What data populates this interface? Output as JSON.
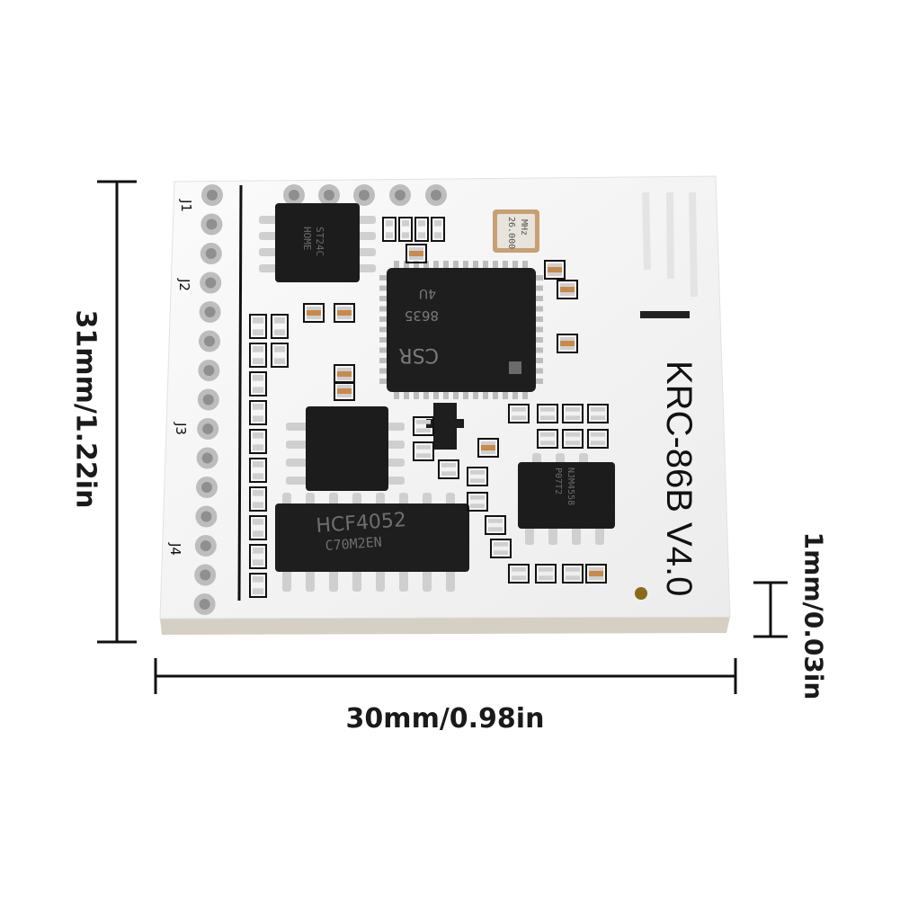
{
  "dimensions": {
    "height": "31mm/1.22in",
    "width": "30mm/0.98in",
    "thickness": "1mm/0.03in"
  },
  "board": {
    "model": "KRC-86B V4.0",
    "main_chip": {
      "brand": "CSR",
      "code1": "8635",
      "code2": "4U"
    },
    "mux_chip": {
      "line1": "HCF4052",
      "line2": "C70M2EN"
    },
    "crystal": {
      "line1": "26.000",
      "line2": "MHz"
    },
    "eeprom": {
      "line1": "ST24C",
      "line2": "HOME"
    },
    "opamp": {
      "line1": "P07T2",
      "line2": "NJM4558"
    },
    "connectors": [
      "J1",
      "J2",
      "J3",
      "J4"
    ]
  },
  "colors": {
    "pcb": "#f7f7f7",
    "pcb_edge": "#d6cfc4",
    "chip": "#1c1c1c",
    "pad": "#cfcfcf",
    "silkscreen": "#111111"
  }
}
